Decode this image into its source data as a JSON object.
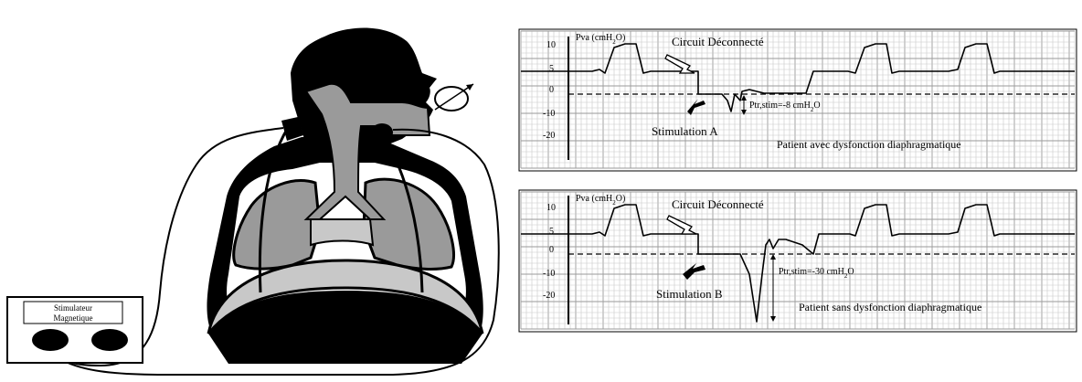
{
  "stimulator": {
    "label_line1": "Stimulateur",
    "label_line2": "Magnetique"
  },
  "panels": [
    {
      "id": "A",
      "y_axis_label": "Pva (cmH",
      "y_axis_sub": "2",
      "y_axis_label_end": "O)",
      "ticks": [
        "10",
        "5",
        "0",
        "-10",
        "-20"
      ],
      "circuit_label": "Circuit Déconnecté",
      "stimulation_label": "Stimulation A",
      "ptr_label": "Ptr,stim=-8 cmH",
      "ptr_sub": "2",
      "ptr_end": "O",
      "caption": "Patient avec dysfonction diaphragmatique"
    },
    {
      "id": "B",
      "y_axis_label": "Pva (cmH",
      "y_axis_sub": "2",
      "y_axis_label_end": "O)",
      "ticks": [
        "10",
        "5",
        "0",
        "-10",
        "-20"
      ],
      "circuit_label": "Circuit Déconnecté",
      "stimulation_label": "Stimulation B",
      "ptr_label": "Ptr,stim=-30 cmH",
      "ptr_sub": "2",
      "ptr_end": "O",
      "caption": "Patient sans dysfonction diaphragmatique"
    }
  ]
}
